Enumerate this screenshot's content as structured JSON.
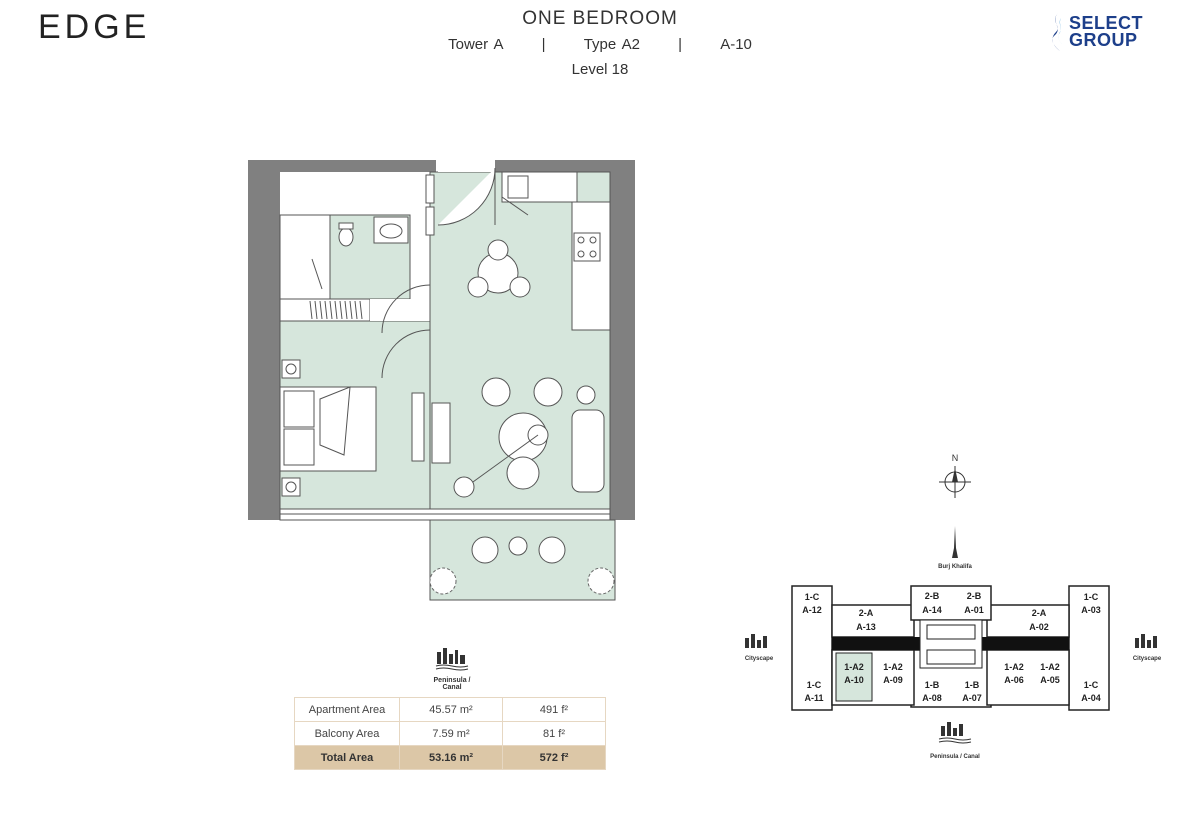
{
  "brand": {
    "left_logo": "EDGE",
    "right_logo_line1": "SELECT",
    "right_logo_line2": "GROUP"
  },
  "header": {
    "title": "ONE BEDROOM",
    "tower": "Tower A",
    "sep1": "|",
    "type": "Type A2",
    "sep2": "|",
    "unit": "A-10",
    "level": "Level 18"
  },
  "plan_view_label": "Peninsula / Canal",
  "area_table": {
    "rows": [
      {
        "label": "Apartment Area",
        "sqm": "45.57 m²",
        "sqft": "491 f²"
      },
      {
        "label": "Balcony Area",
        "sqm": "7.59 m²",
        "sqft": "81 f²"
      },
      {
        "label": "Total Area",
        "sqm": "53.16 m²",
        "sqft": "572 f²"
      }
    ]
  },
  "key_plan": {
    "north": "N",
    "top_label": "Burj Khalifa",
    "left_label": "Cityscape",
    "right_label": "Cityscape",
    "bottom_label": "Peninsula / Canal",
    "units": [
      {
        "type": "1-C",
        "id": "A-12"
      },
      {
        "type": "2-A",
        "id": "A-13"
      },
      {
        "type": "2-B",
        "id": "A-14"
      },
      {
        "type": "2-B",
        "id": "A-01"
      },
      {
        "type": "2-A",
        "id": "A-02"
      },
      {
        "type": "1-C",
        "id": "A-03"
      },
      {
        "type": "1-C",
        "id": "A-11"
      },
      {
        "type": "1-A2",
        "id": "A-10"
      },
      {
        "type": "1-A2",
        "id": "A-09"
      },
      {
        "type": "1-B",
        "id": "A-08"
      },
      {
        "type": "1-B",
        "id": "A-07"
      },
      {
        "type": "1-A2",
        "id": "A-06"
      },
      {
        "type": "1-A2",
        "id": "A-05"
      },
      {
        "type": "1-C",
        "id": "A-04"
      }
    ],
    "highlight_unit": "A-10"
  },
  "colors": {
    "floor": "#d6e6dc",
    "wall": "#808080",
    "accent": "#dcc7a7",
    "brand_blue": "#1d3f8a",
    "brand_orange": "#d9882b"
  }
}
